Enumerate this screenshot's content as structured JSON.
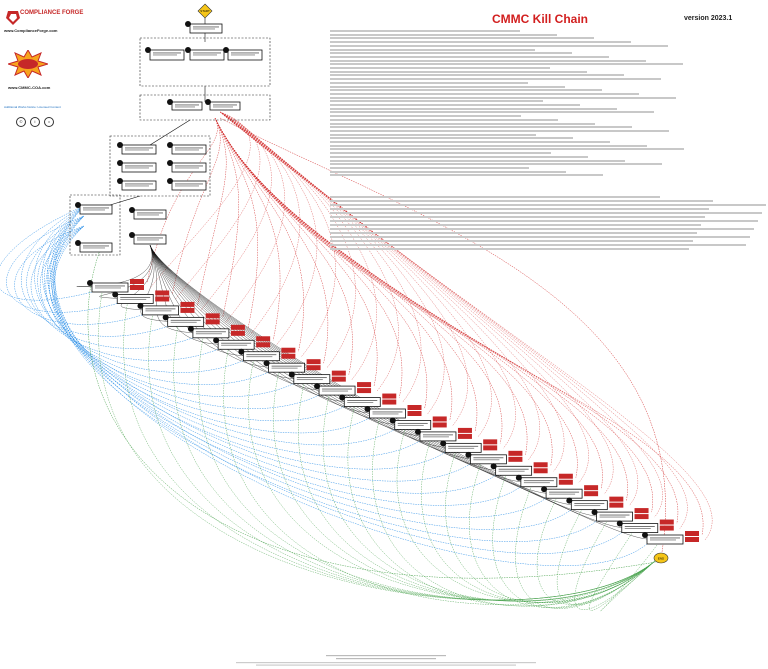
{
  "header": {
    "title": "CMMC Kill Chain",
    "version": "version 2023.1"
  },
  "brand": {
    "logo_text": "COMPLIANCE FORGE",
    "logo_url": "www.ComplianceForge.com",
    "cmmc_url": "www.CMMC-COA.com",
    "blue_note": "Additional Works Notice: Licensed Content",
    "license_icons": [
      "cc-icon",
      "by-icon",
      "nd-icon"
    ]
  },
  "diagram": {
    "start_label": "START",
    "end_label": "END",
    "colors": {
      "red_flow": "#d32f2f",
      "blue_flow": "#1e88e5",
      "green_flow": "#43a047",
      "black_flow": "#111111",
      "start_node": "#f5c518",
      "badge": "#c62828"
    },
    "kill_chain_steps": 23
  },
  "notes": {
    "paragraph_count": 2
  }
}
